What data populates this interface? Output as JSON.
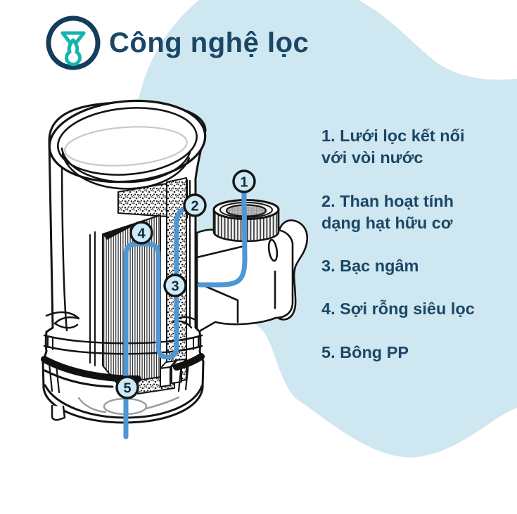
{
  "header": {
    "logo_icon": "funnel-drop-logo",
    "title": "Công nghệ lọc"
  },
  "legend": {
    "items": [
      "1. Lưới lọc kết nối\nvới vòi nước",
      "2. Than hoạt tính\ndạng hạt hữu cơ",
      "3. Bạc ngâm",
      "4. Sợi rỗng siêu lọc",
      "5. Bông PP"
    ]
  },
  "diagram": {
    "callouts": [
      "1",
      "2",
      "3",
      "4",
      "5"
    ]
  },
  "colors": {
    "background_blob": "#cfe7f0",
    "accent_navy": "#1b4766",
    "flow_line_blue": "#4f97d4",
    "logo_teal": "#14b5ad",
    "callout_fill": "#cdeaf6",
    "line_art": "#141414"
  }
}
